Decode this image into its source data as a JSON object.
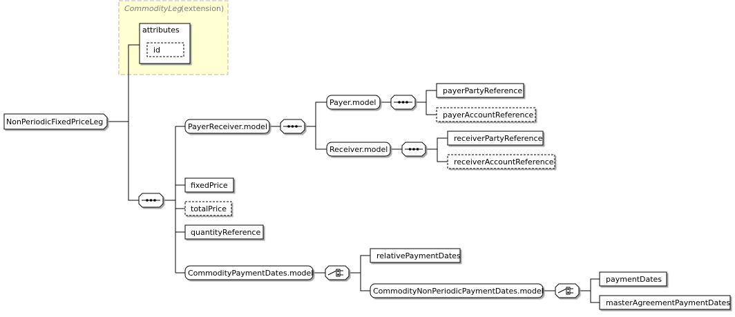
{
  "extension": {
    "base_type": "CommodityLeg",
    "suffix": "(extension)",
    "attributes_label": "attributes",
    "attribute_id": "id"
  },
  "root": "NonPeriodicFixedPriceLeg",
  "nodes": {
    "payer_receiver_model": "PayerReceiver.model",
    "payer_model": "Payer.model",
    "payer_party_reference": "payerPartyReference",
    "payer_account_reference": "payerAccountReference",
    "receiver_model": "Receiver.model",
    "receiver_party_reference": "receiverPartyReference",
    "receiver_account_reference": "receiverAccountReference",
    "fixed_price": "fixedPrice",
    "total_price": "totalPrice",
    "quantity_reference": "quantityReference",
    "commodity_payment_dates_model": "CommodityPaymentDates.model",
    "relative_payment_dates": "relativePaymentDates",
    "commodity_non_periodic_payment_dates_model": "CommodityNonPeriodicPaymentDates.model",
    "payment_dates": "paymentDates",
    "master_agreement_payment_dates": "masterAgreementPaymentDates"
  },
  "colors": {
    "extension_fill": "#ffffd2",
    "extension_border": "#b4b4b4",
    "extension_text": "#808080",
    "line": "#000000"
  }
}
